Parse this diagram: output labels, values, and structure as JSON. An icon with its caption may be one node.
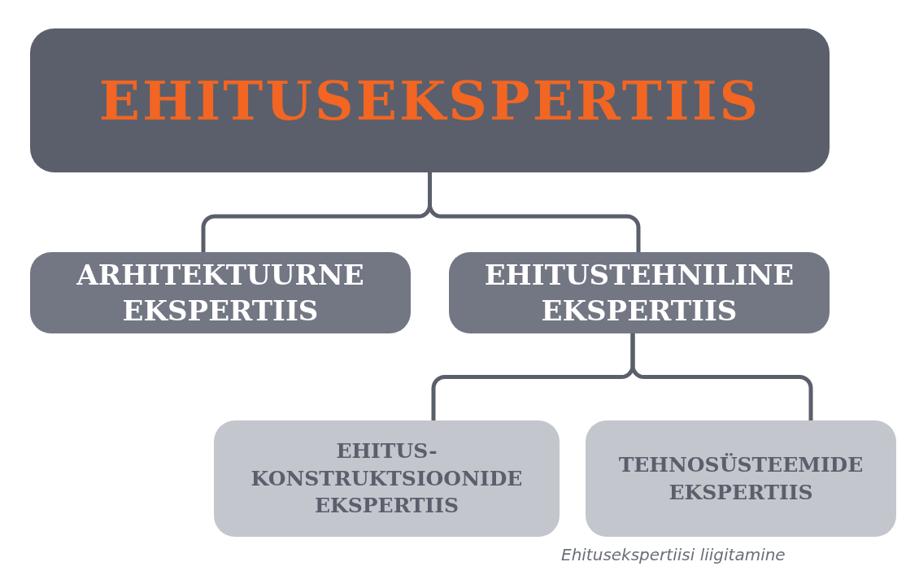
{
  "diagram": {
    "caption": "Ehitusekspertiisi liigitamine",
    "nodes": [
      {
        "text": [
          "EHITUSEKSPERTIIS"
        ]
      },
      {
        "text": [
          "ARHITEKTUURNE EKSPERTIIS"
        ]
      },
      {
        "text": [
          "EHITUSTEHNILINE EKSPERTIIS"
        ]
      },
      {
        "text": [
          "EHITUS- KONSTRUKTSIOONIDE EKSPERTIIS"
        ]
      },
      {
        "text": [
          "TEHNOSÜSTEEMIDE EKSPERTIIS"
        ]
      }
    ],
    "edges": [
      {
        "from": 0,
        "to": 1,
        "arrow": "none"
      },
      {
        "from": 0,
        "to": 2,
        "arrow": "none"
      },
      {
        "from": 2,
        "to": 3,
        "arrow": "none"
      },
      {
        "from": 2,
        "to": 4,
        "arrow": "none"
      }
    ]
  }
}
